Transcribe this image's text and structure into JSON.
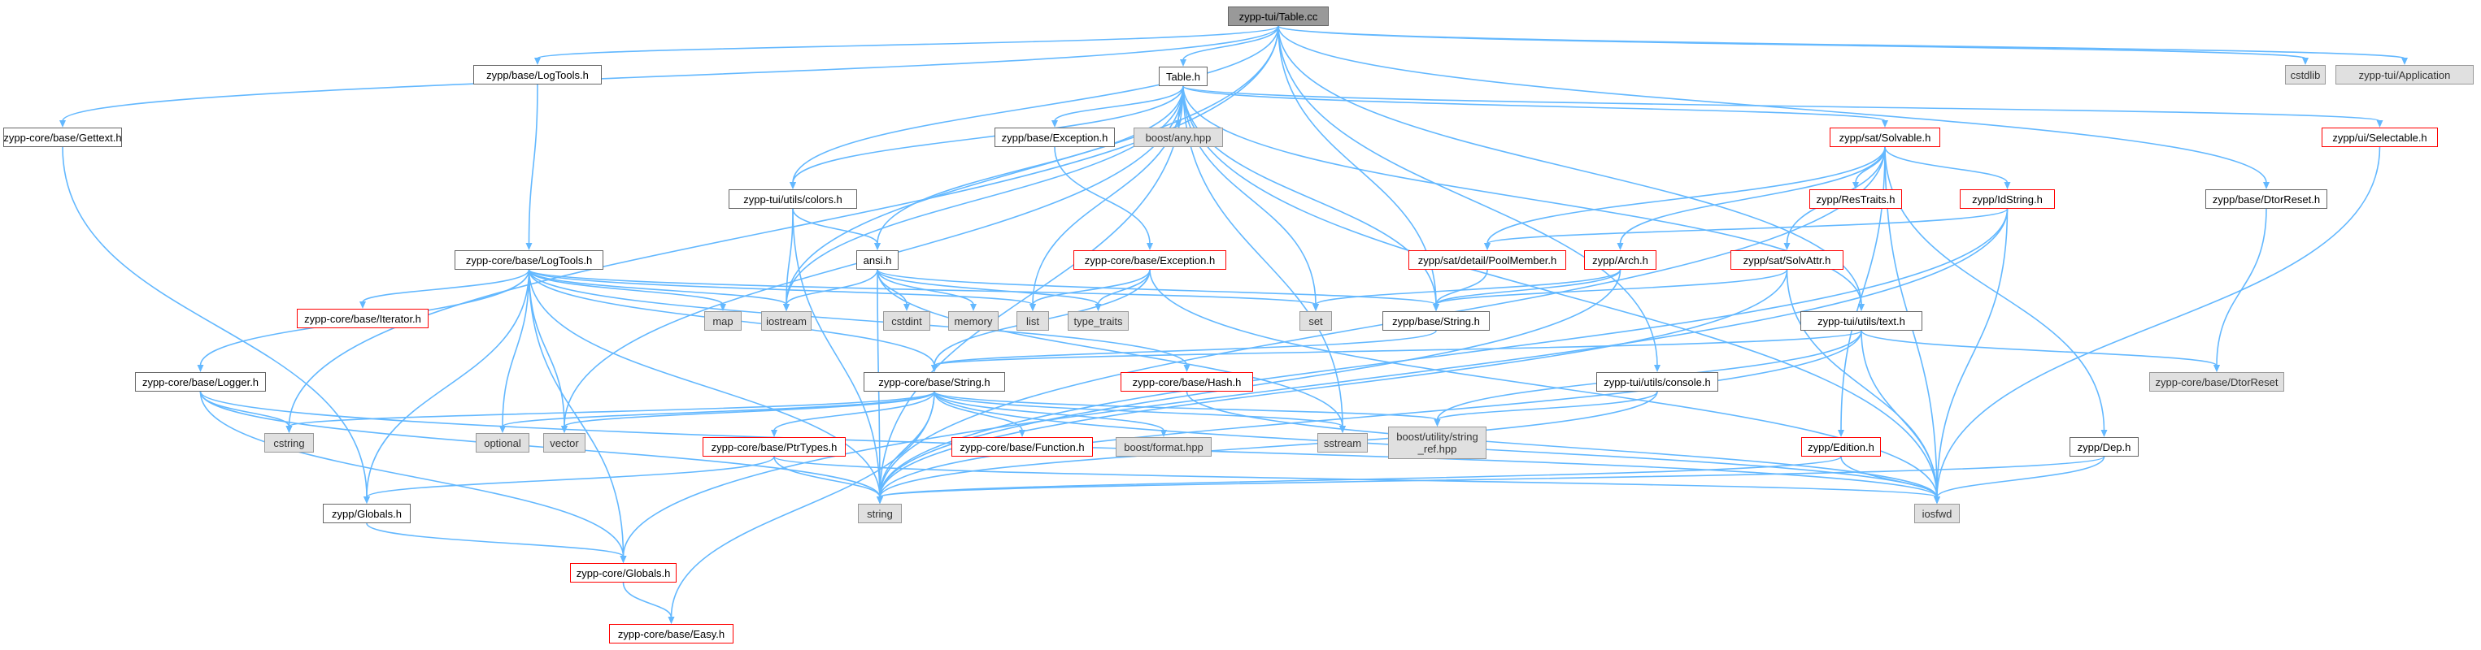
{
  "graph": {
    "root": "zypp-tui/Table.cc",
    "nodes": [
      {
        "id": "root",
        "label": "zypp-tui/Table.cc",
        "kind": "root"
      },
      {
        "id": "table_h",
        "label": "Table.h",
        "kind": "normal"
      },
      {
        "id": "cstdlib",
        "label": "cstdlib",
        "kind": "sys"
      },
      {
        "id": "application",
        "label": "zypp-tui/Application",
        "kind": "sys"
      },
      {
        "id": "gettext",
        "label": "zypp-core/base/Gettext.h",
        "kind": "normal"
      },
      {
        "id": "logtools_b",
        "label": "zypp/base/LogTools.h",
        "kind": "normal"
      },
      {
        "id": "dtorreset_b",
        "label": "zypp/base/DtorReset.h",
        "kind": "normal"
      },
      {
        "id": "selectable",
        "label": "zypp/ui/Selectable.h",
        "kind": "trunc"
      },
      {
        "id": "exception_b",
        "label": "zypp/base/Exception.h",
        "kind": "normal"
      },
      {
        "id": "boostany",
        "label": "boost/any.hpp",
        "kind": "sys"
      },
      {
        "id": "solvable",
        "label": "zypp/sat/Solvable.h",
        "kind": "trunc"
      },
      {
        "id": "colors",
        "label": "zypp-tui/utils/colors.h",
        "kind": "normal"
      },
      {
        "id": "restraits",
        "label": "zypp/ResTraits.h",
        "kind": "trunc"
      },
      {
        "id": "idstring",
        "label": "zypp/IdString.h",
        "kind": "trunc"
      },
      {
        "id": "ansi",
        "label": "ansi.h",
        "kind": "normal"
      },
      {
        "id": "exception_c",
        "label": "zypp-core/base/Exception.h",
        "kind": "trunc"
      },
      {
        "id": "logtools_c",
        "label": "zypp-core/base/LogTools.h",
        "kind": "normal"
      },
      {
        "id": "poolmember",
        "label": "zypp/sat/detail/PoolMember.h",
        "kind": "trunc"
      },
      {
        "id": "arch",
        "label": "zypp/Arch.h",
        "kind": "trunc"
      },
      {
        "id": "solvattr",
        "label": "zypp/sat/SolvAttr.h",
        "kind": "trunc"
      },
      {
        "id": "iterator",
        "label": "zypp-core/base/Iterator.h",
        "kind": "trunc"
      },
      {
        "id": "map",
        "label": "map",
        "kind": "sys"
      },
      {
        "id": "iostream",
        "label": "iostream",
        "kind": "sys"
      },
      {
        "id": "cstdint",
        "label": "cstdint",
        "kind": "sys"
      },
      {
        "id": "memory",
        "label": "memory",
        "kind": "sys"
      },
      {
        "id": "list",
        "label": "list",
        "kind": "sys"
      },
      {
        "id": "type_traits",
        "label": "type_traits",
        "kind": "sys"
      },
      {
        "id": "set",
        "label": "set",
        "kind": "sys"
      },
      {
        "id": "string_b",
        "label": "zypp/base/String.h",
        "kind": "normal"
      },
      {
        "id": "text",
        "label": "zypp-tui/utils/text.h",
        "kind": "normal"
      },
      {
        "id": "logger",
        "label": "zypp-core/base/Logger.h",
        "kind": "normal"
      },
      {
        "id": "string_c",
        "label": "zypp-core/base/String.h",
        "kind": "normal"
      },
      {
        "id": "hash",
        "label": "zypp-core/base/Hash.h",
        "kind": "trunc"
      },
      {
        "id": "console",
        "label": "zypp-tui/utils/console.h",
        "kind": "normal"
      },
      {
        "id": "dtorreset_c",
        "label": "zypp-core/base/DtorReset",
        "kind": "sys"
      },
      {
        "id": "cstring",
        "label": "cstring",
        "kind": "sys"
      },
      {
        "id": "optional",
        "label": "optional",
        "kind": "sys"
      },
      {
        "id": "vector",
        "label": "vector",
        "kind": "sys"
      },
      {
        "id": "sstream",
        "label": "sstream",
        "kind": "sys"
      },
      {
        "id": "stringref",
        "label": "boost/utility/string\n_ref.hpp",
        "kind": "sys"
      },
      {
        "id": "ptrtypes",
        "label": "zypp-core/base/PtrTypes.h",
        "kind": "trunc"
      },
      {
        "id": "function",
        "label": "zypp-core/base/Function.h",
        "kind": "trunc"
      },
      {
        "id": "boostformat",
        "label": "boost/format.hpp",
        "kind": "sys"
      },
      {
        "id": "edition",
        "label": "zypp/Edition.h",
        "kind": "trunc"
      },
      {
        "id": "dep",
        "label": "zypp/Dep.h",
        "kind": "normal"
      },
      {
        "id": "globals_z",
        "label": "zypp/Globals.h",
        "kind": "normal"
      },
      {
        "id": "string",
        "label": "string",
        "kind": "sys"
      },
      {
        "id": "iosfwd",
        "label": "iosfwd",
        "kind": "sys"
      },
      {
        "id": "globals_c",
        "label": "zypp-core/Globals.h",
        "kind": "trunc"
      },
      {
        "id": "easy",
        "label": "zypp-core/base/Easy.h",
        "kind": "trunc"
      }
    ],
    "edges": [
      [
        "root",
        "table_h"
      ],
      [
        "root",
        "cstdlib"
      ],
      [
        "root",
        "application"
      ],
      [
        "root",
        "gettext"
      ],
      [
        "root",
        "logtools_b"
      ],
      [
        "root",
        "dtorreset_b"
      ],
      [
        "root",
        "colors"
      ],
      [
        "root",
        "text"
      ],
      [
        "root",
        "string_b"
      ],
      [
        "root",
        "iostream"
      ],
      [
        "root",
        "cstring"
      ],
      [
        "root",
        "console"
      ],
      [
        "table_h",
        "exception_b"
      ],
      [
        "table_h",
        "boostany"
      ],
      [
        "table_h",
        "solvable"
      ],
      [
        "table_h",
        "selectable"
      ],
      [
        "table_h",
        "colors"
      ],
      [
        "table_h",
        "ansi"
      ],
      [
        "table_h",
        "iostream"
      ],
      [
        "table_h",
        "vector"
      ],
      [
        "table_h",
        "list"
      ],
      [
        "table_h",
        "set"
      ],
      [
        "table_h",
        "sstream"
      ],
      [
        "table_h",
        "string_b"
      ],
      [
        "table_h",
        "text"
      ],
      [
        "table_h",
        "iosfwd"
      ],
      [
        "table_h",
        "string"
      ],
      [
        "logtools_b",
        "logtools_c"
      ],
      [
        "gettext",
        "globals_z"
      ],
      [
        "dtorreset_b",
        "dtorreset_c"
      ],
      [
        "selectable",
        "iosfwd"
      ],
      [
        "exception_b",
        "exception_c"
      ],
      [
        "exception_c",
        "list"
      ],
      [
        "exception_c",
        "type_traits"
      ],
      [
        "exception_c",
        "string_c"
      ],
      [
        "exception_c",
        "iosfwd"
      ],
      [
        "solvable",
        "restraits"
      ],
      [
        "solvable",
        "idstring"
      ],
      [
        "solvable",
        "poolmember"
      ],
      [
        "solvable",
        "arch"
      ],
      [
        "solvable",
        "solvattr"
      ],
      [
        "solvable",
        "edition"
      ],
      [
        "solvable",
        "dep"
      ],
      [
        "solvable",
        "iosfwd"
      ],
      [
        "solvable",
        "string"
      ],
      [
        "idstring",
        "poolmember"
      ],
      [
        "idstring",
        "string"
      ],
      [
        "idstring",
        "iosfwd"
      ],
      [
        "idstring",
        "globals_c"
      ],
      [
        "poolmember",
        "string_b"
      ],
      [
        "arch",
        "string_b"
      ],
      [
        "arch",
        "set"
      ],
      [
        "arch",
        "string"
      ],
      [
        "solvattr",
        "string_b"
      ],
      [
        "solvattr",
        "string"
      ],
      [
        "solvattr",
        "iosfwd"
      ],
      [
        "colors",
        "ansi"
      ],
      [
        "colors",
        "iostream"
      ],
      [
        "colors",
        "string"
      ],
      [
        "ansi",
        "cstdint"
      ],
      [
        "ansi",
        "memory"
      ],
      [
        "ansi",
        "iostream"
      ],
      [
        "ansi",
        "type_traits"
      ],
      [
        "ansi",
        "string_b"
      ],
      [
        "ansi",
        "string"
      ],
      [
        "ansi",
        "sstream"
      ],
      [
        "logtools_c",
        "iterator"
      ],
      [
        "logtools_c",
        "map"
      ],
      [
        "logtools_c",
        "iostream"
      ],
      [
        "logtools_c",
        "list"
      ],
      [
        "logtools_c",
        "set"
      ],
      [
        "logtools_c",
        "logger"
      ],
      [
        "logtools_c",
        "string_c"
      ],
      [
        "logtools_c",
        "hash"
      ],
      [
        "logtools_c",
        "optional"
      ],
      [
        "logtools_c",
        "vector"
      ],
      [
        "logtools_c",
        "string"
      ],
      [
        "logtools_c",
        "globals_z"
      ],
      [
        "logtools_c",
        "globals_c"
      ],
      [
        "string_b",
        "string_c"
      ],
      [
        "text",
        "string_c"
      ],
      [
        "text",
        "dtorreset_c"
      ],
      [
        "text",
        "stringref"
      ],
      [
        "text",
        "iosfwd"
      ],
      [
        "text",
        "string"
      ],
      [
        "logger",
        "cstring"
      ],
      [
        "logger",
        "string"
      ],
      [
        "logger",
        "iosfwd"
      ],
      [
        "logger",
        "globals_c"
      ],
      [
        "string_c",
        "cstring"
      ],
      [
        "string_c",
        "optional"
      ],
      [
        "string_c",
        "vector"
      ],
      [
        "string_c",
        "sstream"
      ],
      [
        "string_c",
        "stringref"
      ],
      [
        "string_c",
        "ptrtypes"
      ],
      [
        "string_c",
        "function"
      ],
      [
        "string_c",
        "boostformat"
      ],
      [
        "string_c",
        "string"
      ],
      [
        "string_c",
        "iosfwd"
      ],
      [
        "string_c",
        "easy"
      ],
      [
        "hash",
        "iosfwd"
      ],
      [
        "console",
        "string"
      ],
      [
        "console",
        "stringref"
      ],
      [
        "ptrtypes",
        "string"
      ],
      [
        "ptrtypes",
        "iosfwd"
      ],
      [
        "ptrtypes",
        "globals_z"
      ],
      [
        "edition",
        "string"
      ],
      [
        "edition",
        "iosfwd"
      ],
      [
        "dep",
        "string"
      ],
      [
        "dep",
        "iosfwd"
      ],
      [
        "globals_z",
        "globals_c"
      ],
      [
        "globals_c",
        "easy"
      ]
    ]
  },
  "colors": {
    "edge": "#63b8ff",
    "root_fill": "#999999",
    "sys_fill": "#e0e0e0",
    "truncated_border": "#ff0000"
  }
}
